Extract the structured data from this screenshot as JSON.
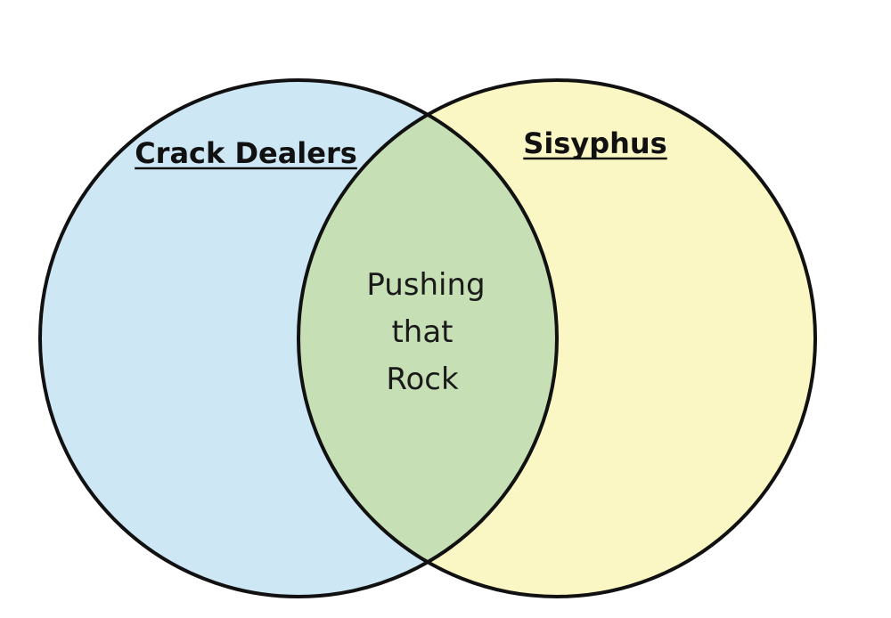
{
  "diagram": {
    "type": "venn",
    "sets": [
      {
        "label": "Crack Dealers",
        "color": "#cde7f4"
      },
      {
        "label": "Sisyphus",
        "color": "#fbf7c4"
      }
    ],
    "intersection": {
      "lines": [
        "Pushing",
        "that",
        "Rock"
      ],
      "color": "#c6dfb4"
    },
    "outline_color": "#111111"
  }
}
